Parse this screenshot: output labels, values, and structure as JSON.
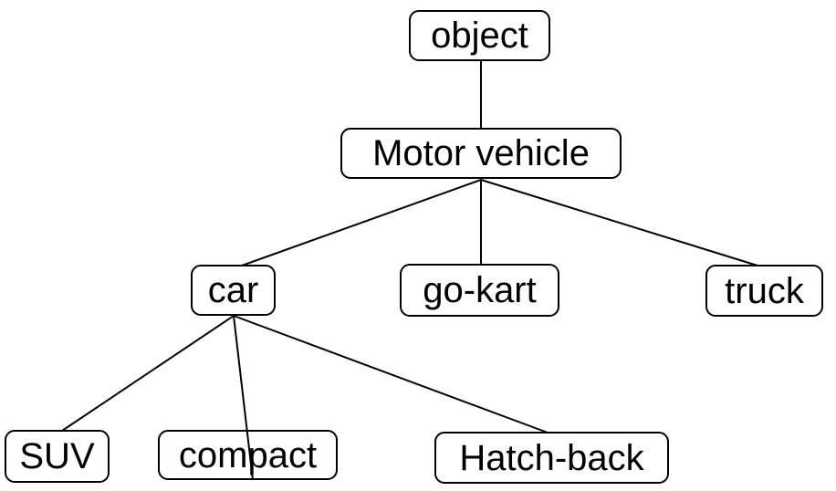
{
  "canvas": {
    "background_color": "#ffffff",
    "line_color": "#000000",
    "text_color": "#000000"
  },
  "tree": {
    "root": "object",
    "nodes": {
      "object": {
        "label": "object"
      },
      "motor_vehicle": {
        "label": "Motor vehicle"
      },
      "car": {
        "label": "car"
      },
      "go_kart": {
        "label": "go-kart"
      },
      "truck": {
        "label": "truck"
      },
      "suv": {
        "label": "SUV"
      },
      "compact": {
        "label": "compact"
      },
      "hatch_back": {
        "label": "Hatch-back"
      }
    },
    "edges": [
      {
        "from": "object",
        "to": "motor_vehicle"
      },
      {
        "from": "motor_vehicle",
        "to": "car"
      },
      {
        "from": "motor_vehicle",
        "to": "go_kart"
      },
      {
        "from": "motor_vehicle",
        "to": "truck"
      },
      {
        "from": "car",
        "to": "suv"
      },
      {
        "from": "car",
        "to": "compact"
      },
      {
        "from": "car",
        "to": "hatch_back"
      }
    ]
  }
}
